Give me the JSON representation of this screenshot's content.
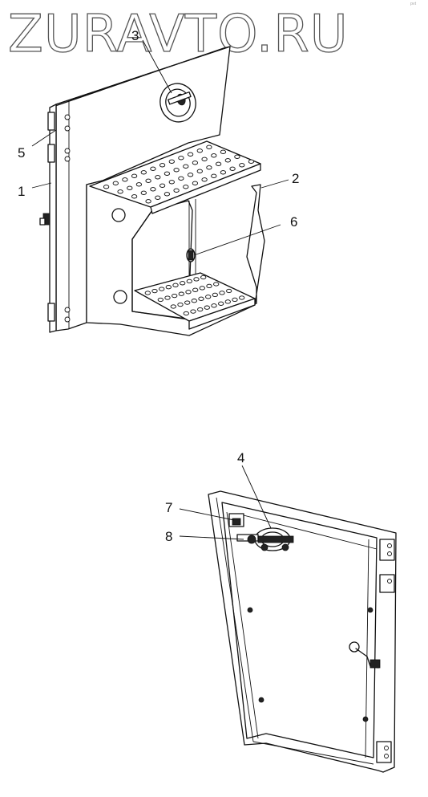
{
  "watermark": "ZURAVTO.RU",
  "corner_mark": "ᵖᵛᵗ",
  "callouts": {
    "c1": "1",
    "c2": "2",
    "c3": "3",
    "c4": "4",
    "c5": "5",
    "c6": "6",
    "c7": "7",
    "c8": "8"
  },
  "colors": {
    "line": "#111111",
    "paper": "#ffffff",
    "watermark_stroke": "#555555"
  }
}
